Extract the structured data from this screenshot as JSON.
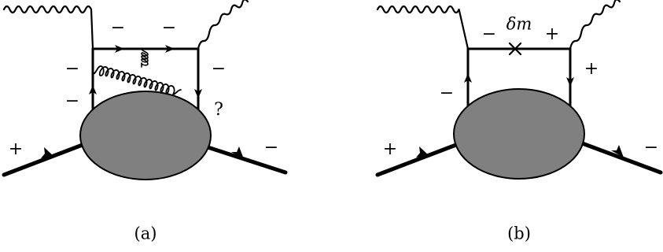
{
  "diagram_a": {
    "caption": "(a)",
    "labels": {
      "top_left": "−",
      "top_right": "−",
      "left_upper": "−",
      "right_upper": "−",
      "left_lower": "−",
      "right_lower": "?",
      "incoming": "+",
      "outgoing": "−"
    }
  },
  "diagram_b": {
    "caption": "(b)",
    "labels": {
      "top_left": "−",
      "mass_insertion": "δm",
      "top_right": "+",
      "right": "+",
      "left": "−",
      "incoming": "+",
      "outgoing": "−"
    }
  },
  "colors": {
    "line": "#000000",
    "blob_fill": "#808080",
    "background": "#ffffff"
  }
}
